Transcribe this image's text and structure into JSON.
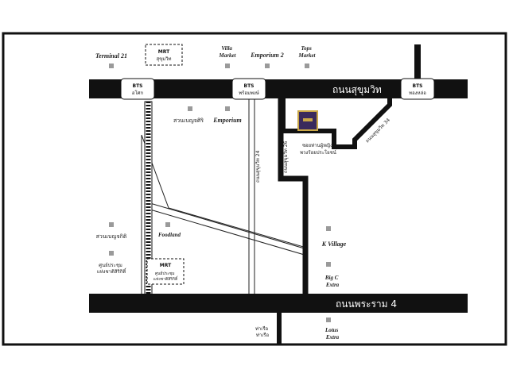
{
  "roads": {
    "sukhumvit": "ถนนสุขุมวิท",
    "rama4": "ถนนพระราม 4",
    "soi26": "ถนนสุขุมวิท 26",
    "soi24": "ถนนสุขุมวิท 24",
    "soi34": "ถนนสุขุมวิท 34"
  },
  "stations": [
    {
      "line": "BTS",
      "name": "อโศก"
    },
    {
      "line": "BTS",
      "name": "พร้อมพงษ์"
    },
    {
      "line": "BTS",
      "name": "ทองหล่อ"
    }
  ],
  "mrt": [
    {
      "line": "MRT",
      "name": "สุขุมวิท"
    },
    {
      "line": "MRT",
      "name": "ศูนย์ประชุม แห่งชาติสิริกิติ์"
    }
  ],
  "landmarks": {
    "terminal21": "Terminal 21",
    "villa": [
      "Villa",
      "Market"
    ],
    "emporium2": "Emporium 2",
    "tops": [
      "Tops",
      "Market"
    ],
    "benjasiri": "สวนเบญจศิริ",
    "emporium": "Emporium",
    "foodland": "Foodland",
    "benjakitti": "สวนเบญจกิติ",
    "qsncc": [
      "ศูนย์ประชุม",
      "แห่งชาติสิริกิติ์"
    ],
    "kvillage": "K Village",
    "bigc": [
      "Big C",
      "Extra"
    ],
    "lotus": [
      "Lotus",
      "Extra"
    ],
    "port": [
      "ท่าเรือ",
      "ท่าเรือ"
    ],
    "soi_note": [
      "ซอยท่านผู้หญิง",
      "พวงร้อยประโยชน์"
    ]
  },
  "colors": {
    "road": "#111111",
    "hotel_marker": "#3a2a5c",
    "hotel_border": "#c9a646",
    "landmark": "#9a9a9a"
  }
}
